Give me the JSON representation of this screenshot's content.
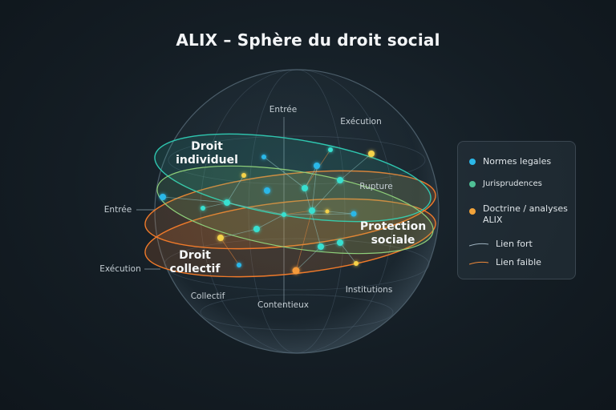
{
  "title": "ALIX – Sphère du droit social",
  "axis_labels": {
    "top_entree": "Entrée",
    "top_execution": "Exécution",
    "rupture": "Rupture",
    "institutions": "Institutions",
    "contentieux": "Contentieux",
    "collectif": "Collectif",
    "left_entree": "Entrée",
    "left_execution": "Exécution"
  },
  "bands": {
    "individuel": {
      "line1": "Droit",
      "line2": "individuel",
      "color": "#2fc7b0"
    },
    "collectif": {
      "line1": "Droit",
      "line2": "collectif",
      "color": "#f07a2a"
    },
    "protection": {
      "line1": "Protection",
      "line2": "sociale",
      "color": "#7fd67a"
    }
  },
  "legend": {
    "items": [
      {
        "label": "Normes legales",
        "color": "#2bb7e8",
        "type": "dot"
      },
      {
        "label": "Jurisprudences",
        "color": "#4fbf95",
        "type": "dot"
      },
      {
        "label": "Doctrine / analyses ALIX",
        "color": "#f2a33a",
        "type": "dot"
      },
      {
        "label": "Lien fort",
        "color": "#9fb3bf",
        "type": "line"
      },
      {
        "label": "Lien faible",
        "color": "#f08a3a",
        "type": "line"
      }
    ]
  }
}
